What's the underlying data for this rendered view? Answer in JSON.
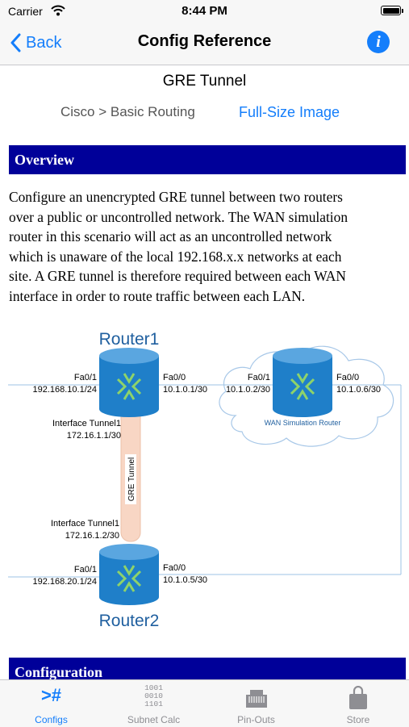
{
  "status": {
    "carrier": "Carrier",
    "time": "8:44 PM"
  },
  "nav": {
    "back_label": "Back",
    "title": "Config Reference"
  },
  "doc": {
    "title": "GRE Tunnel",
    "breadcrumb": "Cisco > Basic Routing",
    "fullsize_label": "Full-Size Image",
    "overview_heading": "Overview",
    "overview_lines": [
      "Configure an unencrypted GRE tunnel between two routers",
      "over a public or uncontrolled network. The WAN simulation",
      "router in this scenario will act as an uncontrolled network",
      "which is unaware of the local 192.168.x.x networks at each",
      "site. A GRE tunnel is therefore required between each WAN",
      "interface in order to route traffic between each LAN."
    ],
    "config_heading": "Configuration"
  },
  "diagram": {
    "router1": {
      "name": "Router1",
      "left_if": "Fa0/1",
      "left_ip": "192.168.10.1/24",
      "right_if": "Fa0/0",
      "right_ip": "10.1.0.1/30",
      "tunnel_if": "Interface Tunnel1",
      "tunnel_ip": "172.16.1.1/30"
    },
    "wan": {
      "name": "WAN Simulation Router",
      "left_if": "Fa0/1",
      "left_ip": "10.1.0.2/30",
      "right_if": "Fa0/0",
      "right_ip": "10.1.0.6/30"
    },
    "tunnel_label": "GRE Tunnel",
    "router2": {
      "name": "Router2",
      "left_if": "Fa0/1",
      "left_ip": "192.168.20.1/24",
      "right_if": "Fa0/0",
      "right_ip": "10.1.0.5/30",
      "tunnel_if": "Interface Tunnel1",
      "tunnel_ip": "172.16.1.2/30"
    },
    "colors": {
      "router_body": "#1f7fc9",
      "router_top": "#5aa6e0",
      "arrows": "#8ed36a",
      "tunnel": "#f8d6c4",
      "link": "#9ec3e6",
      "label": "#1f5f9f"
    }
  },
  "tabbar": {
    "tabs": [
      {
        "label": "Configs",
        "icon": "prompt-icon",
        "glyph": ">#"
      },
      {
        "label": "Subnet Calc",
        "icon": "binary-icon",
        "glyph_lines": [
          "1001",
          "0010",
          "1101"
        ]
      },
      {
        "label": "Pin-Outs",
        "icon": "connector-icon"
      },
      {
        "label": "Store",
        "icon": "bag-icon"
      }
    ]
  }
}
